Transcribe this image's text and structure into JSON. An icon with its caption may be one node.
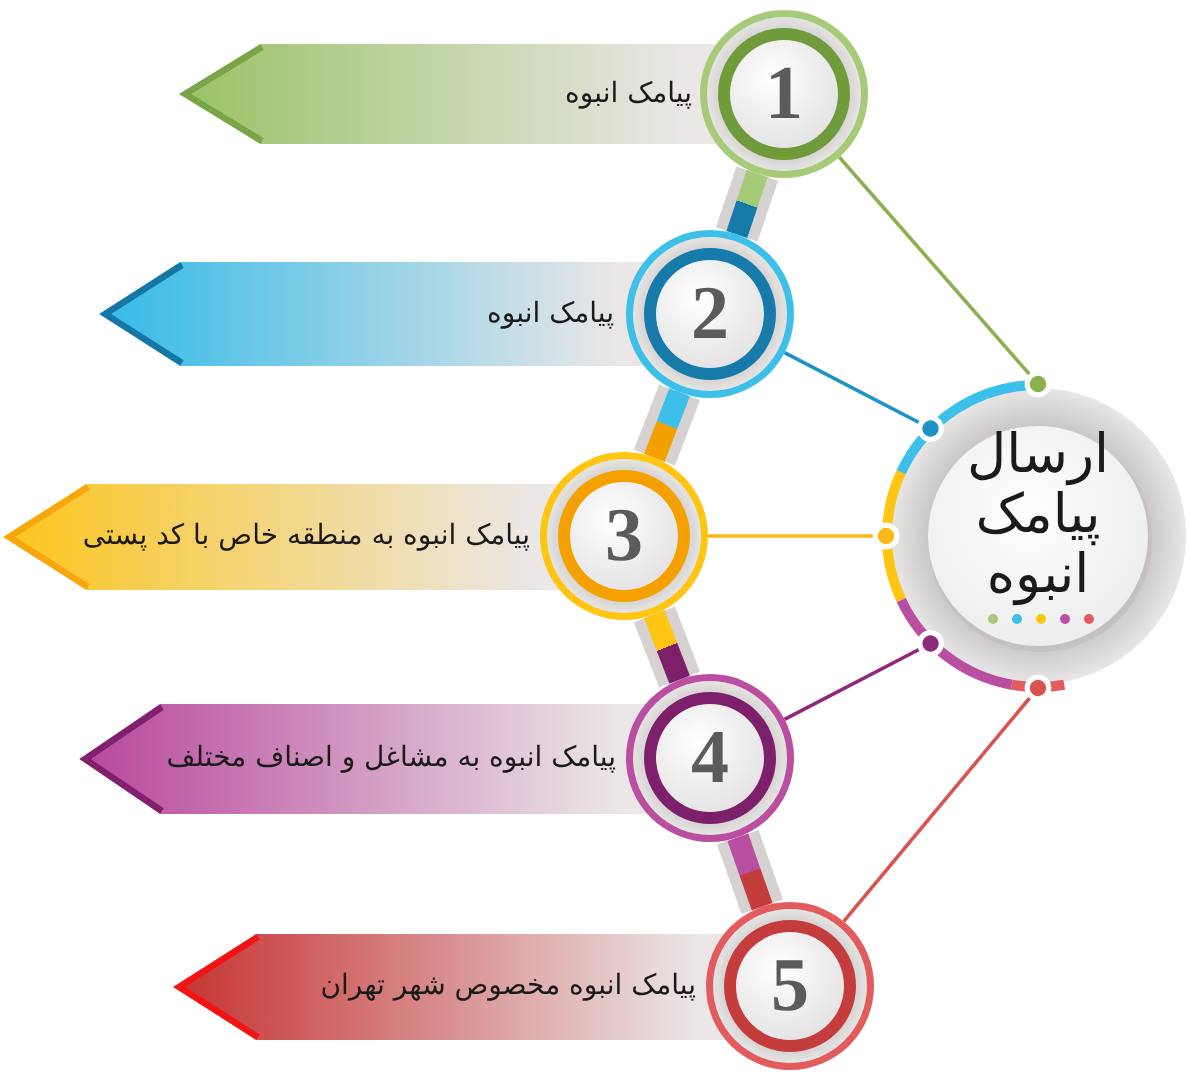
{
  "diagram": {
    "nodes": [
      {
        "text": [
          "ارسال پیامک انبوه"
        ]
      },
      {
        "text": [
          "1"
        ]
      },
      {
        "text": [
          "پیامک انبوه"
        ]
      },
      {
        "text": [
          "2"
        ]
      },
      {
        "text": [
          "پیامک انبوه"
        ]
      },
      {
        "text": [
          "3"
        ]
      },
      {
        "text": [
          "پیامک انبوه به منطقه خاص با کد پستی"
        ]
      },
      {
        "text": [
          "4"
        ]
      },
      {
        "text": [
          "پیامک انبوه به مشاغل و اصناف مختلف"
        ]
      },
      {
        "text": [
          "5"
        ]
      },
      {
        "text": [
          "پیامک انبوه مخصوص شهر تهران"
        ]
      }
    ],
    "edges": [
      {
        "from": 1,
        "to": 0,
        "arrow": "other",
        "color": "#8cb04f"
      },
      {
        "from": 3,
        "to": 0,
        "arrow": "other",
        "color": "#1c93c4"
      },
      {
        "from": 5,
        "to": 0,
        "arrow": "other",
        "color": "#fbb917"
      },
      {
        "from": 7,
        "to": 0,
        "arrow": "other",
        "color": "#8e2a7e"
      },
      {
        "from": 9,
        "to": 0,
        "arrow": "other",
        "color": "#d9534f"
      },
      {
        "from": 1,
        "to": 3,
        "arrow": "none",
        "style": "thick",
        "color": "#d6d2d2"
      },
      {
        "from": 3,
        "to": 5,
        "arrow": "none",
        "style": "thick",
        "color": "#d6d2d2"
      },
      {
        "from": 5,
        "to": 7,
        "arrow": "none",
        "style": "thick",
        "color": "#d6d2d2"
      },
      {
        "from": 7,
        "to": 9,
        "arrow": "none",
        "style": "thick",
        "color": "#d6d2d2"
      }
    ]
  }
}
